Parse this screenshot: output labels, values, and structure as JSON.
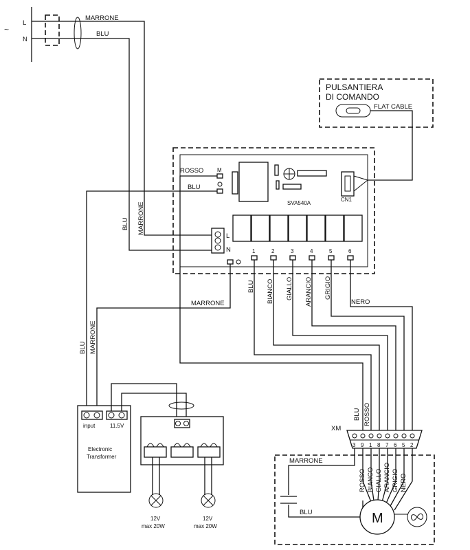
{
  "mains": {
    "symbol": "~",
    "phase": "L",
    "neutral": "N"
  },
  "wires": {
    "marrone": "MARRONE",
    "blu": "BLU",
    "rosso": "ROSSO",
    "bianco": "BIANCO",
    "giallo": "GIALLO",
    "arancio": "ARANCIO",
    "grigio": "GRIGIO",
    "nero": "NERO"
  },
  "control_panel": {
    "line1": "PULSANTIERA",
    "line2": "DI COMANDO",
    "flat_cable": "FLAT CABLE"
  },
  "board": {
    "model": "SVA540A",
    "connector": "CN1",
    "terminal_m": "M",
    "terminal_l": "L",
    "terminal_n": "N",
    "relays": [
      "1",
      "2",
      "3",
      "4",
      "5",
      "6"
    ]
  },
  "transformer": {
    "input": "input",
    "output": "11.5V",
    "name1": "Electronic",
    "name2": "Transformer"
  },
  "lamps": [
    {
      "voltage": "12V",
      "power": "max 20W"
    },
    {
      "voltage": "12V",
      "power": "max 20W"
    }
  ],
  "motor": {
    "connector": "XM",
    "pins": [
      "3",
      "9",
      "1",
      "8",
      "7",
      "6",
      "5",
      "2"
    ],
    "symbol": "M"
  }
}
